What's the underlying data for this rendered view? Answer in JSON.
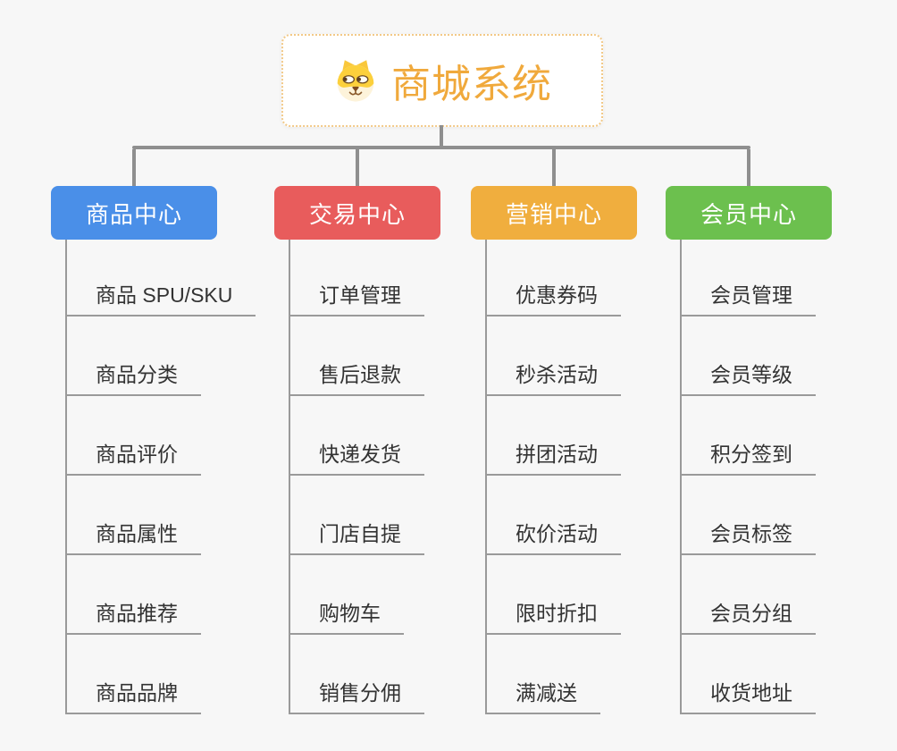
{
  "root": {
    "title": "商城系统",
    "icon": "dog-face-icon"
  },
  "branches": [
    {
      "label": "商品中心",
      "color": "#4a8fe8",
      "children": [
        "商品 SPU/SKU",
        "商品分类",
        "商品评价",
        "商品属性",
        "商品推荐",
        "商品品牌"
      ]
    },
    {
      "label": "交易中心",
      "color": "#e85c5c",
      "children": [
        "订单管理",
        "售后退款",
        "快递发货",
        "门店自提",
        "购物车",
        "销售分佣"
      ]
    },
    {
      "label": "营销中心",
      "color": "#f0ae3e",
      "children": [
        "优惠券码",
        "秒杀活动",
        "拼团活动",
        "砍价活动",
        "限时折扣",
        "满减送"
      ]
    },
    {
      "label": "会员中心",
      "color": "#6cc04e",
      "children": [
        "会员管理",
        "会员等级",
        "积分签到",
        "会员标签",
        "会员分组",
        "收货地址"
      ]
    }
  ],
  "colors": {
    "background": "#f7f7f7",
    "root_border": "#f2c988",
    "root_text": "#f0a93c",
    "connector": "#8f8f8f",
    "node_line": "#9a9a9a",
    "node_text": "#333333"
  }
}
